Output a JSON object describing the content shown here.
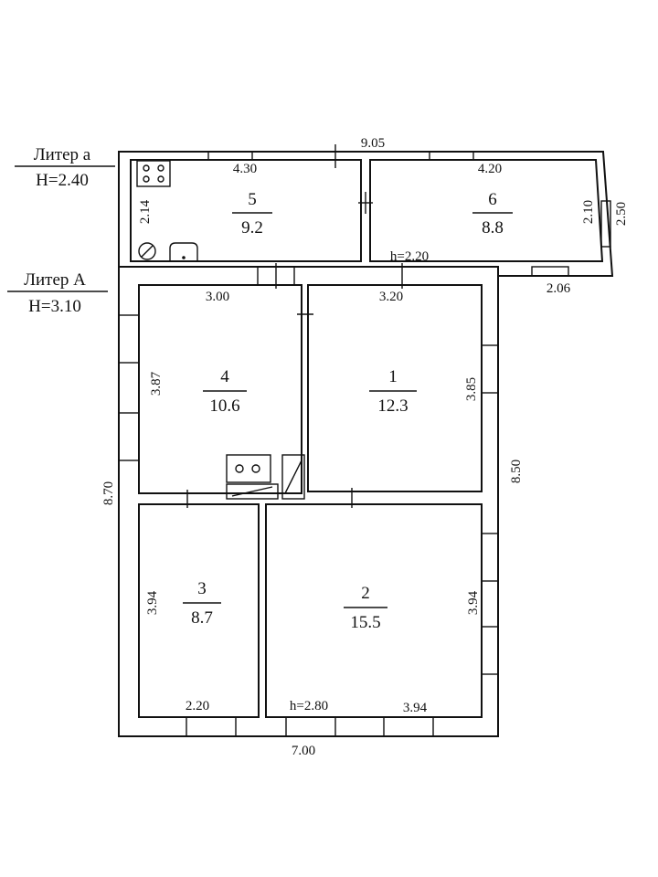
{
  "liter_a_small": {
    "name": "Литер а",
    "height": "H=2.40"
  },
  "liter_a_big": {
    "name": "Литер А",
    "height": "H=3.10"
  },
  "rooms": [
    {
      "id": "1",
      "area": "12.3"
    },
    {
      "id": "2",
      "area": "15.5"
    },
    {
      "id": "3",
      "area": "8.7"
    },
    {
      "id": "4",
      "area": "10.6"
    },
    {
      "id": "5",
      "area": "9.2"
    },
    {
      "id": "6",
      "area": "8.8"
    }
  ],
  "dimensions": {
    "top_total": "9.05",
    "room5_width": "4.30",
    "room6_width": "4.20",
    "room5_depth": "2.14",
    "room6_depth": "2.10",
    "annex_right": "2.50",
    "annex_ceiling": "h=2.20",
    "annex_step": "2.06",
    "room4_width": "3.00",
    "room1_width": "3.20",
    "room4_depth": "3.87",
    "room1_depth": "3.85",
    "left_total": "8.70",
    "right_total": "8.50",
    "room3_depth": "3.94",
    "room2_depth": "3.94",
    "room3_width": "2.20",
    "main_ceiling": "h=2.80",
    "room2_width": "3.94",
    "bottom_total": "7.00"
  }
}
